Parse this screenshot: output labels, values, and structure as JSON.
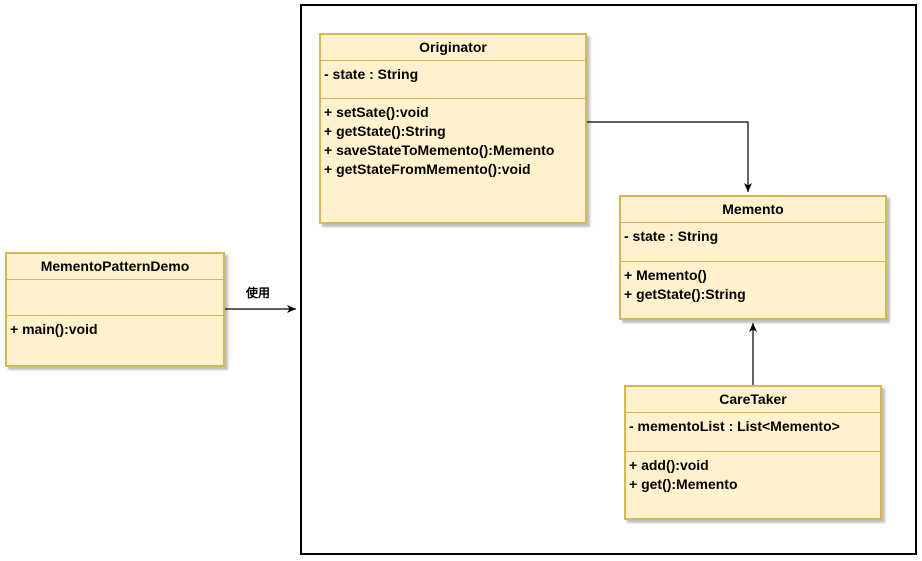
{
  "diagram": {
    "classes": {
      "originator": {
        "name": "Originator",
        "attributes": [
          "- state : String"
        ],
        "methods": [
          "+ setSate():void",
          "+ getState():String",
          "+ saveStateToMemento():Memento",
          "+ getStateFromMemento():void"
        ]
      },
      "memento": {
        "name": "Memento",
        "attributes": [
          "- state : String"
        ],
        "methods": [
          "+ Memento()",
          "+ getState():String"
        ]
      },
      "caretaker": {
        "name": "CareTaker",
        "attributes": [
          "- mementoList : List<Memento>"
        ],
        "methods": [
          "+ add():void",
          "+ get():Memento"
        ]
      },
      "demo": {
        "name": "MementoPatternDemo",
        "attributes": [],
        "methods": [
          "+ main():void"
        ]
      }
    },
    "edges": {
      "uses_label": "使用"
    },
    "colors": {
      "class_fill": "#fff2cc",
      "class_border": "#d6b656",
      "line": "#000000"
    }
  }
}
